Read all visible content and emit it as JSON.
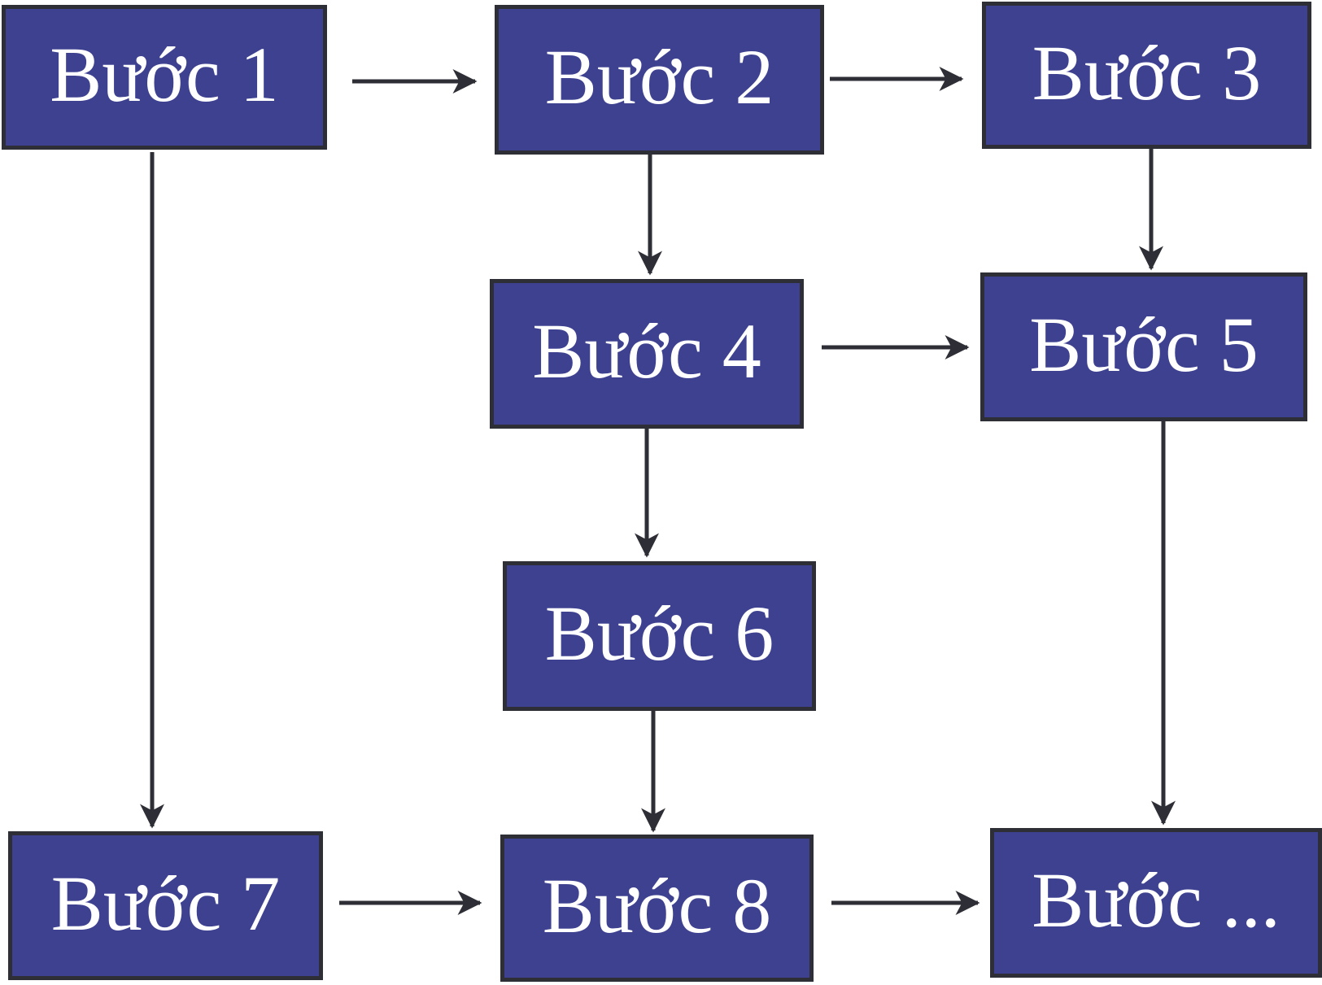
{
  "diagram": {
    "type": "flowchart",
    "nodes": [
      {
        "id": "step1",
        "label": "Bước 1"
      },
      {
        "id": "step2",
        "label": "Bước 2"
      },
      {
        "id": "step3",
        "label": "Bước 3"
      },
      {
        "id": "step4",
        "label": "Bước 4"
      },
      {
        "id": "step5",
        "label": "Bước 5"
      },
      {
        "id": "step6",
        "label": "Bước 6"
      },
      {
        "id": "step7",
        "label": "Bước 7"
      },
      {
        "id": "step8",
        "label": "Bước 8"
      },
      {
        "id": "step9",
        "label": "Bước ..."
      }
    ],
    "edges": [
      {
        "from": "step1",
        "to": "step2"
      },
      {
        "from": "step2",
        "to": "step3"
      },
      {
        "from": "step2",
        "to": "step4"
      },
      {
        "from": "step3",
        "to": "step5"
      },
      {
        "from": "step4",
        "to": "step5"
      },
      {
        "from": "step4",
        "to": "step6"
      },
      {
        "from": "step1",
        "to": "step7"
      },
      {
        "from": "step6",
        "to": "step8"
      },
      {
        "from": "step5",
        "to": "step9"
      },
      {
        "from": "step7",
        "to": "step8"
      },
      {
        "from": "step8",
        "to": "step9"
      }
    ],
    "colors": {
      "box_fill": "#3d4190",
      "box_border": "#2e2e36",
      "arrow": "#2e2e36",
      "text": "#ffffff",
      "background": "#ffffff"
    }
  }
}
